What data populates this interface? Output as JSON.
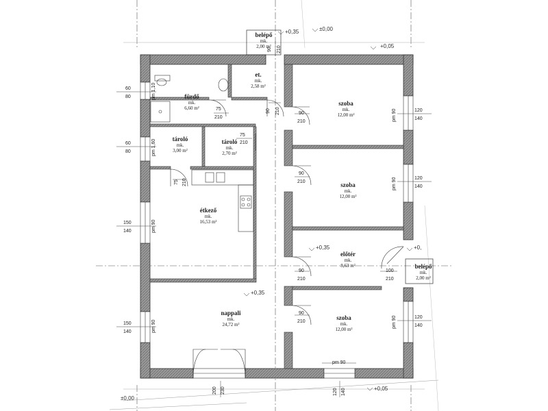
{
  "rooms": {
    "belepo_top": {
      "name": "belépő",
      "mk": "mk.",
      "area": "2,00 m²"
    },
    "furdo": {
      "name": "fürdő",
      "mk": "mk.",
      "area": "6,60 m²"
    },
    "et": {
      "name": "et.",
      "mk": "mk.",
      "area": "2,58 m²"
    },
    "szoba1": {
      "name": "szoba",
      "mk": "mk.",
      "area": "12,00 m²"
    },
    "tarolo1": {
      "name": "tároló",
      "mk": "mk.",
      "area": "3,00 m²"
    },
    "tarolo2": {
      "name": "tároló",
      "mk": "mk.",
      "area": "2,70 m²"
    },
    "szoba2": {
      "name": "szoba",
      "mk": "mk.",
      "area": "12,00 m²"
    },
    "etkezo": {
      "name": "étkező",
      "mk": "mk.",
      "area": "16,53 m²"
    },
    "eloter": {
      "name": "előtér",
      "mk": "mk.",
      "area": "8,63 m²"
    },
    "belepo_right": {
      "name": "belépő",
      "mk": "mk.",
      "area": "2,00 m²"
    },
    "nappali": {
      "name": "nappali",
      "mk": "mk.",
      "area": "24,72 m²"
    },
    "szoba3": {
      "name": "szoba",
      "mk": "mk.",
      "area": "12,00 m²"
    }
  },
  "levels": {
    "top_plus": "+0,35",
    "top_zero": "±0,00",
    "top_right": "+0,05",
    "eloter": "+0,35",
    "nappali": "+0,35",
    "right_plus": "+0,",
    "bottom_left": "±0,00",
    "bottom_right": "+0,05"
  },
  "dims": {
    "left_60_a": "60",
    "left_80_a": "80",
    "left_60_b": "60",
    "left_80_b": "80",
    "left_150_a": "150",
    "left_140_a": "140",
    "left_150_b": "150",
    "left_140_b": "140",
    "pm110": "pm 1,10",
    "pm160": "pm 1,60",
    "pm90_left_a": "pm 90",
    "pm90_left_b": "pm 90",
    "right_120_a": "120",
    "right_140_a": "140",
    "right_120_b": "120",
    "right_140_b": "140",
    "right_120_c": "120",
    "right_140_c": "140",
    "pm90_right_a": "pm 90",
    "pm90_right_b": "pm 90",
    "pm90_right_c": "pm 90",
    "door_top_90": "90",
    "door_top_210": "210",
    "furdo_75": "75",
    "furdo_210": "210",
    "et_90": "90",
    "et_210": "210",
    "tar_75": "75",
    "tar_210": "210",
    "etk_75": "75",
    "etk_210": "210",
    "sz1_90": "90",
    "sz1_210": "210",
    "sz2_90": "90",
    "sz2_210": "210",
    "elo_90": "90",
    "elo_210": "210",
    "elo_100": "100",
    "elo_210b": "210",
    "sz3_90": "90",
    "sz3_210": "210",
    "bottom_200": "200",
    "bottom_230": "230",
    "bottom_120": "120",
    "bottom_140": "140",
    "pm90_bottom": "pm 90"
  }
}
